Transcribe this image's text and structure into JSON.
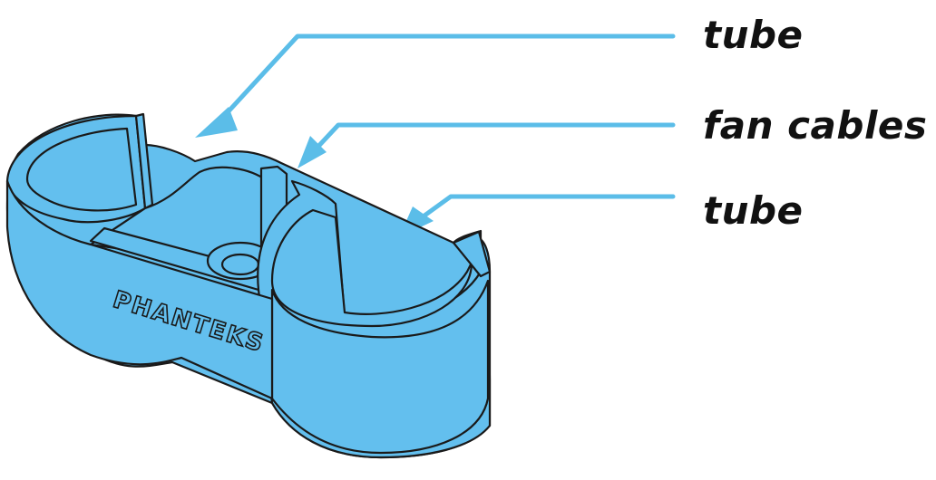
{
  "callouts": [
    {
      "label": "tube"
    },
    {
      "label": "fan cables"
    },
    {
      "label": "tube"
    }
  ],
  "part": {
    "brand_text": "PHANTEKS",
    "icon": "tube-clip-bracket",
    "body_color": "#63BFEE",
    "outline_color": "#1a1a1a"
  },
  "arrow_color": "#5BBDE8"
}
